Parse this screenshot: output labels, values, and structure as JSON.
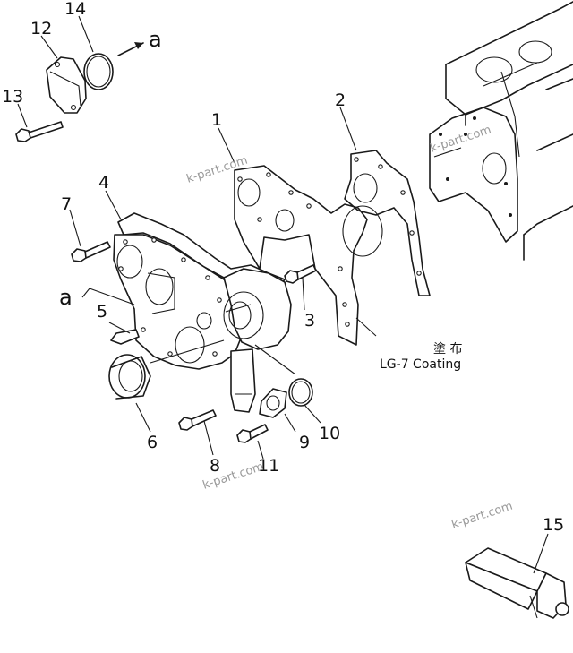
{
  "callouts": [
    "1",
    "2",
    "3",
    "4",
    "5",
    "6",
    "7",
    "8",
    "9",
    "10",
    "11",
    "12",
    "13",
    "14",
    "15"
  ],
  "ref_letter": "a",
  "coating": {
    "kanji": "塗 布",
    "text": "LG-7 Coating"
  },
  "watermark": "k-part.com"
}
